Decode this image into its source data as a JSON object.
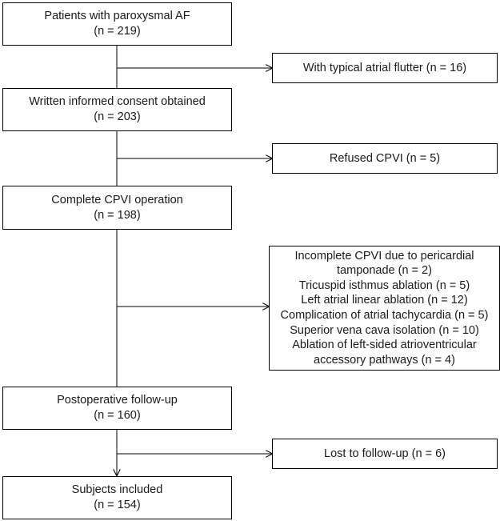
{
  "flowchart": {
    "main_boxes": [
      {
        "id": "patients",
        "text": "Patients with paroxysmal AF\n(n = 219)"
      },
      {
        "id": "consent",
        "text": "Written informed consent obtained\n(n = 203)"
      },
      {
        "id": "cpvi",
        "text": "Complete CPVI operation\n(n = 198)"
      },
      {
        "id": "followup",
        "text": "Postoperative follow-up\n(n = 160)"
      },
      {
        "id": "subjects",
        "text": "Subjects included\n(n = 154)"
      }
    ],
    "exclusion_boxes": [
      {
        "id": "flutter",
        "text": "With typical atrial flutter (n = 16)"
      },
      {
        "id": "refused",
        "text": "Refused CPVI (n = 5)"
      },
      {
        "id": "excluded",
        "text": "Incomplete CPVI due to pericardial\ntamponade (n = 2)\nTricuspid isthmus ablation (n = 5)\nLeft atrial linear ablation (n = 12)\nComplication of atrial tachycardia (n = 5)\nSuperior vena cava isolation (n = 10)\nAblation of left-sided atrioventricular\naccessory pathways (n = 4)"
      },
      {
        "id": "lost",
        "text": "Lost to follow-up (n = 6)"
      }
    ]
  }
}
